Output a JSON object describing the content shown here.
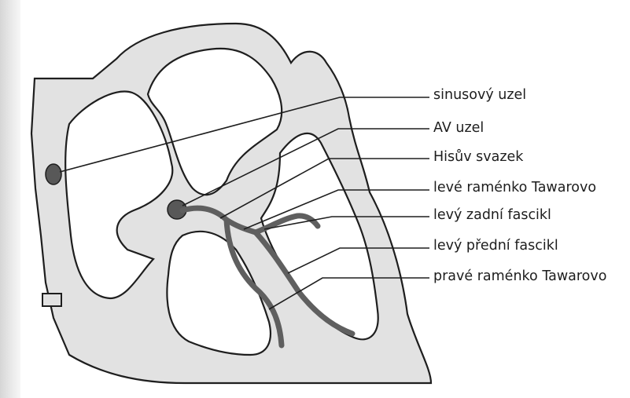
{
  "colors": {
    "heart_wall_fill": "#e2e2e2",
    "outline": "#1e1e1e",
    "node_fill": "#585858",
    "conduction_path": "#5f5f5f",
    "text": "#1d1d1d"
  },
  "labels": {
    "sa_node": "sinusový uzel",
    "av_node": "AV uzel",
    "his_bundle": "Hisův svazek",
    "left_bundle_branch": "levé raménko Tawarovo",
    "left_posterior_fascicle": "levý zadní fascikl",
    "left_anterior_fascicle": "levý přední fascikl",
    "right_bundle_branch": "pravé raménko Tawarovo"
  }
}
